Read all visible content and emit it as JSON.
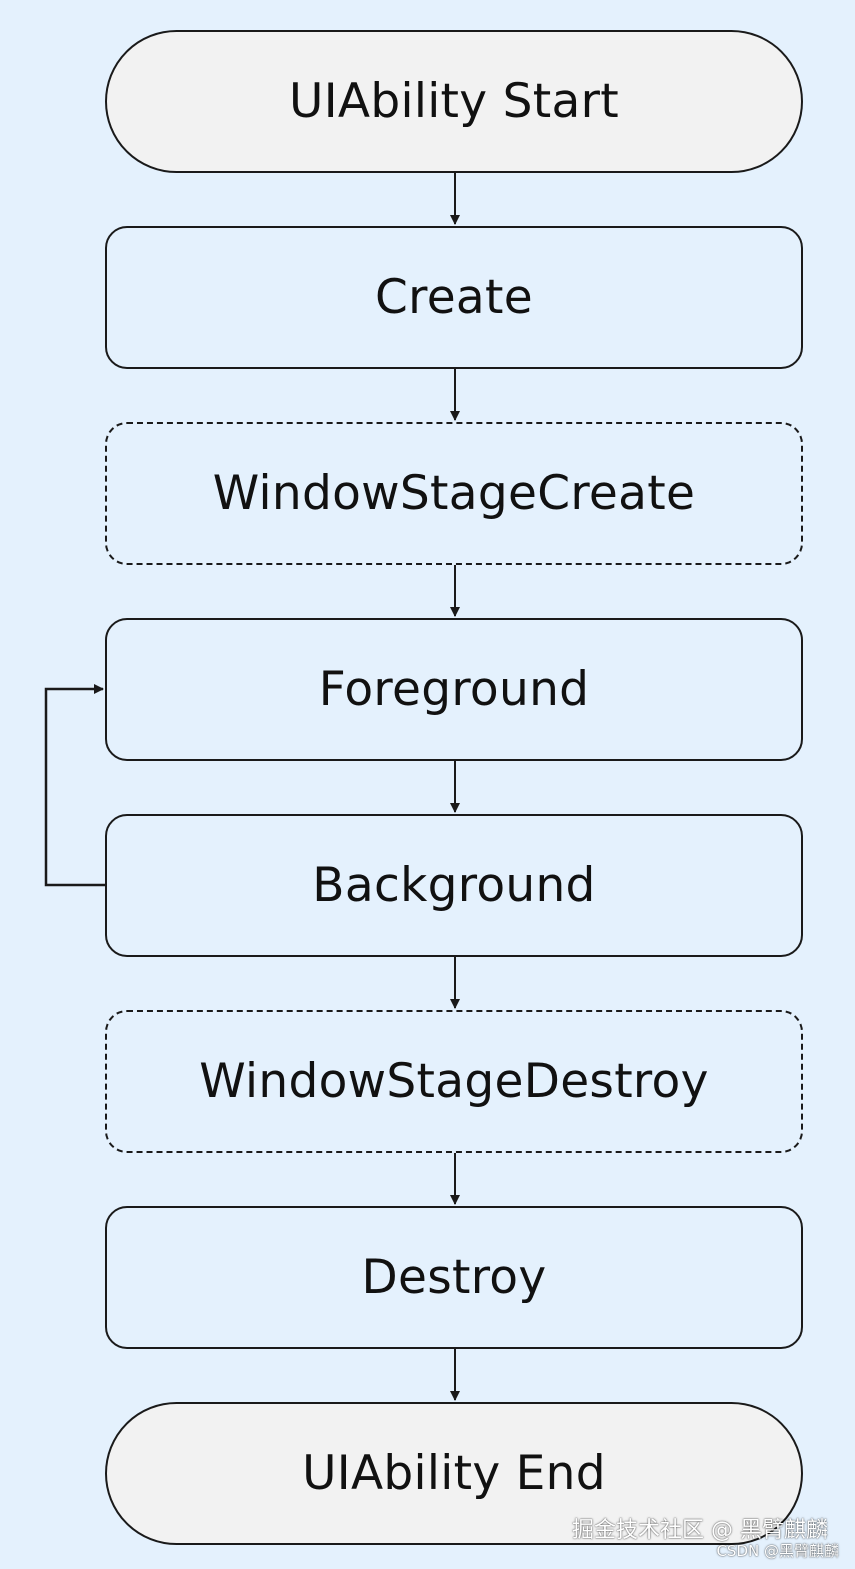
{
  "diagram": {
    "nodes": [
      {
        "id": "start",
        "label": "UIAbility Start",
        "kind": "terminal"
      },
      {
        "id": "create",
        "label": "Create",
        "kind": "process"
      },
      {
        "id": "window_stage_create",
        "label": "WindowStageCreate",
        "kind": "optional"
      },
      {
        "id": "foreground",
        "label": "Foreground",
        "kind": "process"
      },
      {
        "id": "background",
        "label": "Background",
        "kind": "process"
      },
      {
        "id": "window_stage_destroy",
        "label": "WindowStageDestroy",
        "kind": "optional"
      },
      {
        "id": "destroy",
        "label": "Destroy",
        "kind": "process"
      },
      {
        "id": "end",
        "label": "UIAbility End",
        "kind": "terminal"
      }
    ],
    "edges": [
      {
        "from": "start",
        "to": "create"
      },
      {
        "from": "create",
        "to": "window_stage_create"
      },
      {
        "from": "window_stage_create",
        "to": "foreground"
      },
      {
        "from": "foreground",
        "to": "background"
      },
      {
        "from": "background",
        "to": "window_stage_destroy"
      },
      {
        "from": "window_stage_destroy",
        "to": "destroy"
      },
      {
        "from": "destroy",
        "to": "end"
      },
      {
        "from": "background",
        "to": "foreground",
        "type": "loop-back"
      }
    ],
    "colors": {
      "background": "#e4f1fd",
      "terminal_fill": "#f2f2f2",
      "stroke": "#1a1a1a"
    }
  },
  "watermark": {
    "primary": "掘金技术社区 @ 黑臂麒麟",
    "secondary": "CSDN @黑臂麒麟"
  }
}
